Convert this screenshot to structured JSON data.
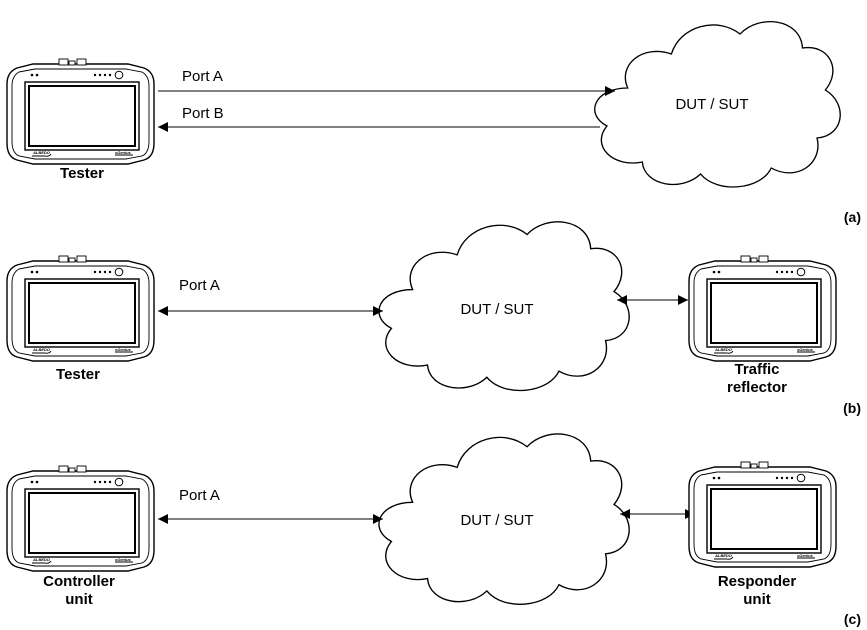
{
  "scenarios": [
    {
      "id": "a",
      "tag": "(a)",
      "device_label": [
        "Tester"
      ],
      "cloud_label": "DUT / SUT",
      "port_labels": [
        "Port A",
        "Port B"
      ]
    },
    {
      "id": "b",
      "tag": "(b)",
      "device_label": [
        "Tester"
      ],
      "cloud_label": "DUT / SUT",
      "port_labels": [
        "Port A"
      ],
      "remote_label": [
        "Traffic",
        "reflector"
      ]
    },
    {
      "id": "c",
      "tag": "(c)",
      "device_label": [
        "Controller",
        "unit"
      ],
      "cloud_label": "DUT / SUT",
      "port_labels": [
        "Port A"
      ],
      "remote_label": [
        "Responder",
        "unit"
      ]
    }
  ],
  "device": {
    "brand_text": "ALBEDO",
    "model_text": "xGenius"
  }
}
